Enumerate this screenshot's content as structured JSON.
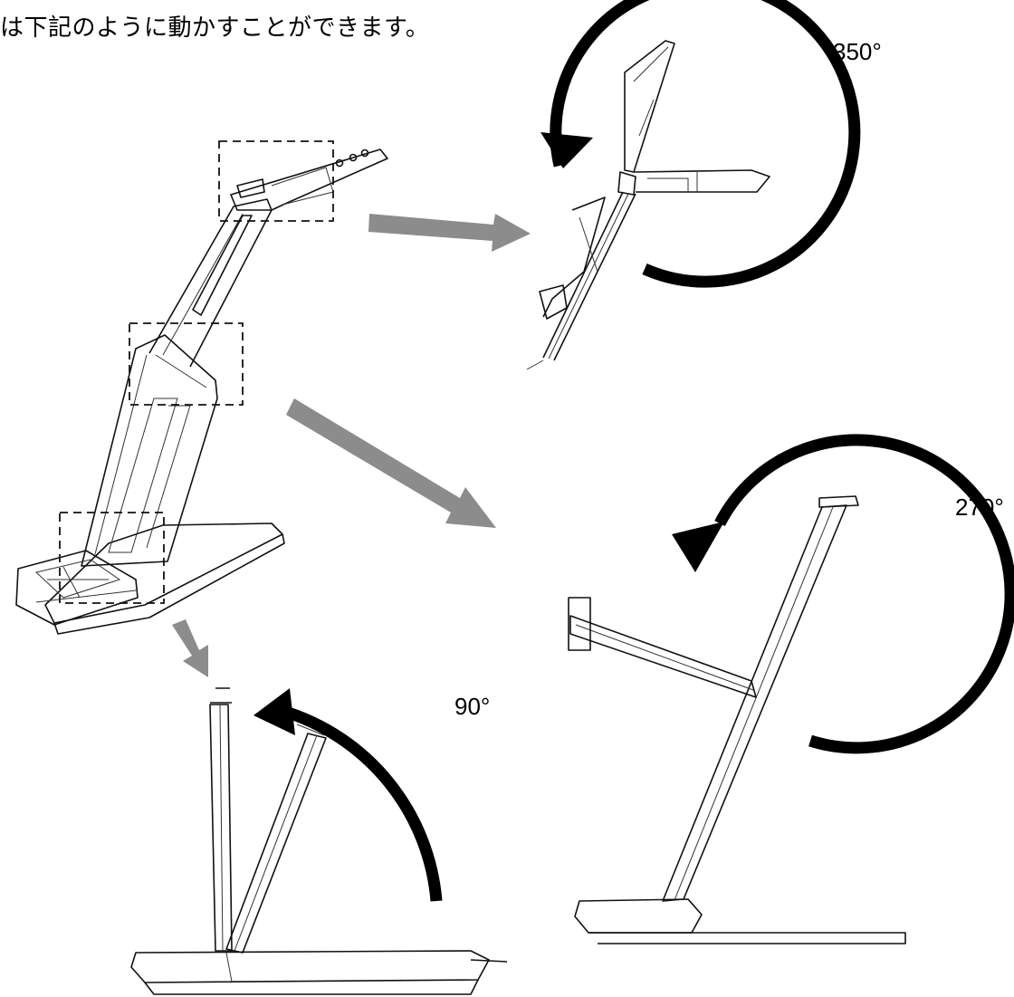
{
  "caption": "は下記のように動かすことができます。",
  "angles": {
    "top": "350°",
    "middle": "270°",
    "bottom": "90°"
  },
  "colors": {
    "indicator_arrow": "#8c8c8c",
    "rotation_arrow": "#000000",
    "line_art": "#111111"
  }
}
